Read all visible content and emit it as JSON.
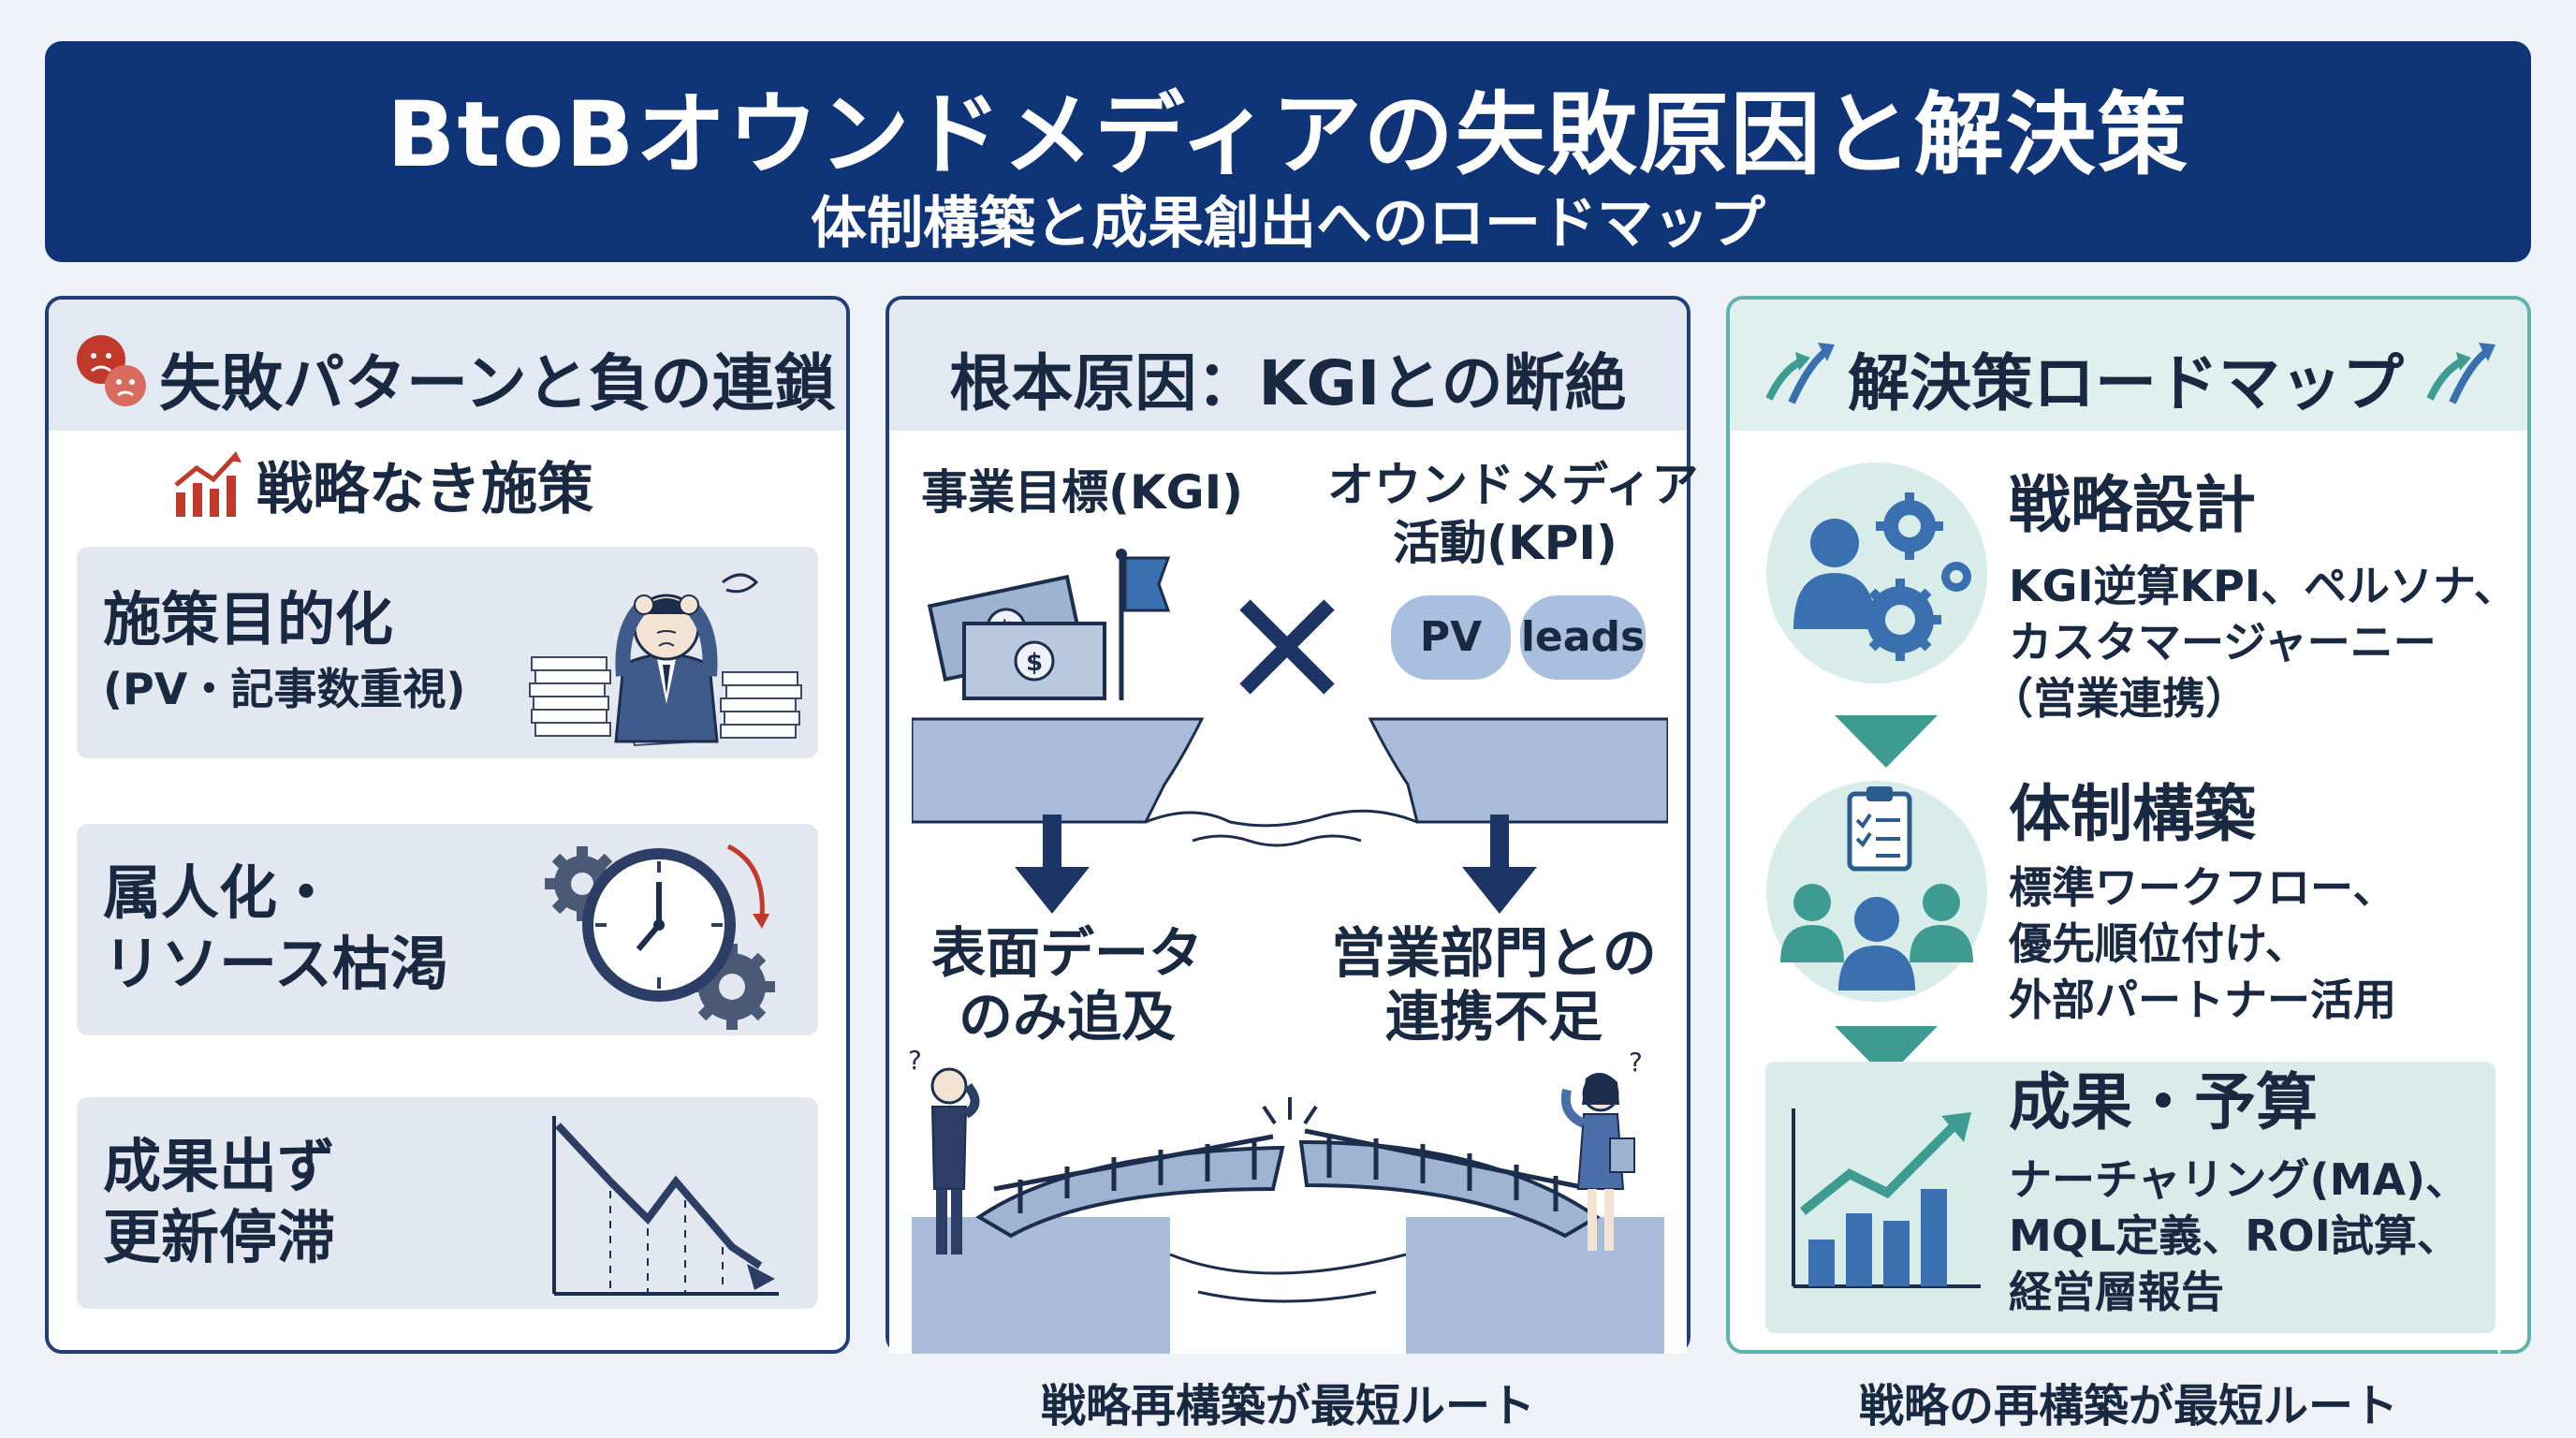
{
  "header": {
    "title": "BtoBオウンドメディアの失敗原因と解決策",
    "subtitle": "体制構築と成果創出へのロードマップ"
  },
  "panel1": {
    "title": "失敗パターンと負の連鎖",
    "subtitle": "戦略なき施策",
    "card1": {
      "line1": "施策目的化",
      "line2": "(PV・記事数重視)"
    },
    "card2": {
      "line1": "属人化・",
      "line2": "リソース枯渇"
    },
    "card3": {
      "line1": "成果出ず",
      "line2": "更新停滞"
    }
  },
  "panel2": {
    "title": "根本原因：KGIとの断絶",
    "left_label": "事業目標(KGI)",
    "right_label_line1": "オウンドメディア",
    "right_label_line2": "活動(KPI)",
    "pill_pv": "PV",
    "pill_leads": "leads",
    "left_result_line1": "表面データ",
    "left_result_line2": "のみ追及",
    "right_result_line1": "営業部門との",
    "right_result_line2": "連携不足"
  },
  "panel3": {
    "title": "解決策ロードマップ",
    "step1": {
      "title": "戦略設計",
      "line1": "KGI逆算KPI、ペルソナ、",
      "line2": "カスタマージャーニー",
      "line3": "（営業連携）"
    },
    "step2": {
      "title": "体制構築",
      "line1": "標準ワークフロー、",
      "line2": "優先順位付け、",
      "line3": "外部パートナー活用"
    },
    "step3": {
      "title": "成果・予算",
      "line1": "ナーチャリング(MA)、",
      "line2": "MQL定義、ROI試算、",
      "line3": "経営層報告"
    }
  },
  "captions": {
    "middle": "戦略再構築が最短ルート",
    "right": "戦略の再構築が最短ルート"
  },
  "colors": {
    "navy": "#0f3478",
    "teal": "#5fb3ad",
    "accent_red": "#c0392b",
    "icon_blue": "#3a6fb0"
  }
}
